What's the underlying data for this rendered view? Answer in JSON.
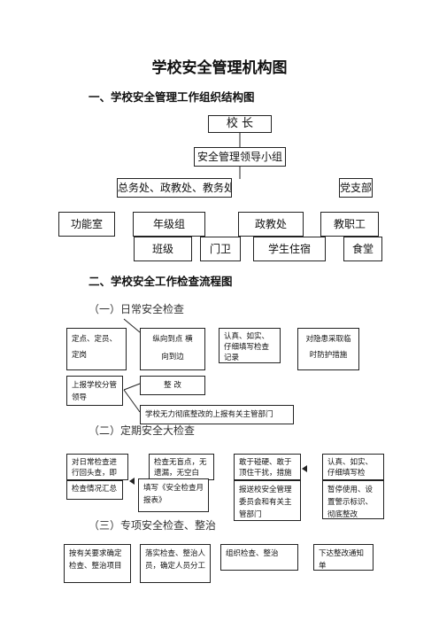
{
  "title": "学校安全管理机构图",
  "section1": "一、学校安全管理工作组织结构图",
  "org": {
    "principal": "校 长",
    "leading_group": "安全管理领导小组",
    "offices": "总务处、政教处、教务处",
    "party": "党支部",
    "func_room": "功能室",
    "grade_group": "年级组",
    "politics_office": "政教处",
    "staff": "教职工",
    "class": "班级",
    "gate": "门卫",
    "dorm": "学生住宿",
    "canteen": "食堂"
  },
  "section2": "二、学校安全工作检查流程图",
  "daily": {
    "heading": "（一）日常安全检查",
    "b1": "定点、定员、定岗",
    "b2": "纵向到点 横向到边",
    "b3": "认真、如实、仔细填写检查记录",
    "b4": "对隐患采取临时防护措施",
    "b5": "上报学校分管领导",
    "b6": "整 改",
    "b7": "学校无力彻底整改的上报有关主管部门"
  },
  "periodic": {
    "heading": "（二）定期安全大检查",
    "b1": "对日常检查进行回头查，即",
    "b2": "检查无盲点，无遗漏，无空白",
    "b3": "敢于碰硬、敢于顶住干扰，措施",
    "b4": "认真、如实、仔细填写检",
    "b5": "检查情况汇总",
    "b6": "填写《安全检查月报表》",
    "b7": "报送校安全管理委员会和有关主管部门",
    "b8": "暂停使用、设置警示标识、彻底整改"
  },
  "special": {
    "heading": "（三）专项安全检查、整治",
    "b1": "按有关要求确定检查、整治项目",
    "b2": "落实检查、整治人员，确定人员分工",
    "b3": "组织检查、整治",
    "b4": "下达整改通知单"
  }
}
